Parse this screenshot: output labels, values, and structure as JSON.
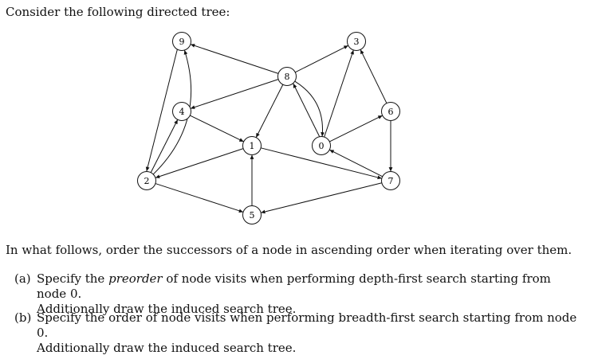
{
  "intro": "Consider the following directed tree:",
  "graph": {
    "nodes": [
      "0",
      "1",
      "2",
      "3",
      "4",
      "5",
      "6",
      "7",
      "8",
      "9"
    ],
    "edges": [
      [
        "8",
        "9"
      ],
      [
        "8",
        "3"
      ],
      [
        "8",
        "4"
      ],
      [
        "8",
        "1"
      ],
      [
        "8",
        "0"
      ],
      [
        "0",
        "8"
      ],
      [
        "0",
        "3"
      ],
      [
        "0",
        "6"
      ],
      [
        "7",
        "0"
      ],
      [
        "6",
        "3"
      ],
      [
        "6",
        "7"
      ],
      [
        "2",
        "9"
      ],
      [
        "9",
        "2"
      ],
      [
        "2",
        "4"
      ],
      [
        "2",
        "5"
      ],
      [
        "4",
        "1"
      ],
      [
        "1",
        "2"
      ],
      [
        "1",
        "7"
      ],
      [
        "5",
        "1"
      ],
      [
        "7",
        "5"
      ]
    ]
  },
  "paragraph": "In what follows, order the successors of a node in ascending order when iterating over them.",
  "questions": [
    {
      "marker": "(a)",
      "line1_before": "Specify the ",
      "line1_emph": "preorder",
      "line1_after": " of node visits when performing depth-first search starting from node 0.",
      "line2": "Additionally draw the induced search tree."
    },
    {
      "marker": "(b)",
      "line1": "Specify the order of node visits when performing breadth-first search starting from node 0.",
      "line2": "Additionally draw the induced search tree."
    }
  ]
}
